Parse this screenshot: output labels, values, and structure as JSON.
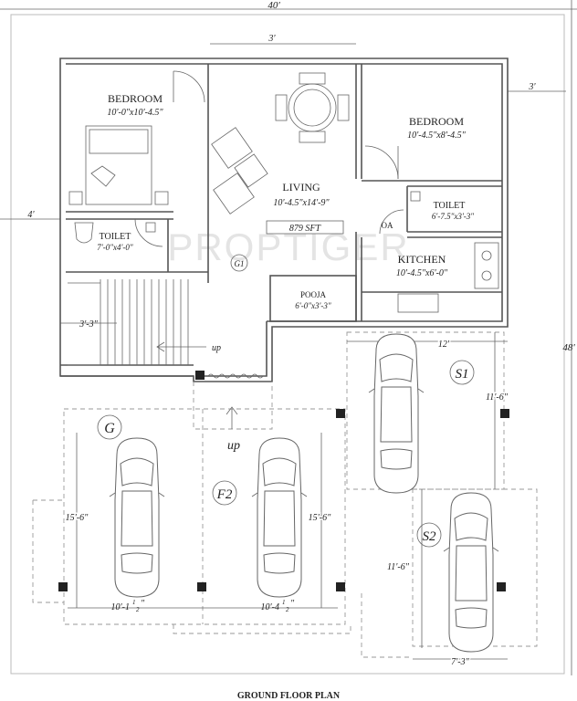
{
  "plan": {
    "title": "GROUND FLOOR PLAN",
    "watermark": "PROPTIGER",
    "overall": {
      "width_dim": "40'",
      "depth_dim": "48'"
    },
    "offsets": {
      "top": "3'",
      "right": "3'",
      "left": "4'",
      "stair_width": "3'-3\""
    },
    "rooms": {
      "bedroom1": {
        "name": "BEDROOM",
        "size": "10'-0\"x10'-4.5\""
      },
      "bedroom2": {
        "name": "BEDROOM",
        "size": "10'-4.5\"x8'-4.5\""
      },
      "living": {
        "name": "LIVING",
        "size": "10'-4.5\"x14'-9\""
      },
      "toilet1": {
        "name": "TOILET",
        "size": "7'-0\"x4'-0\""
      },
      "toilet2": {
        "name": "TOILET",
        "size": "6'-7.5\"x3'-3\""
      },
      "kitchen": {
        "name": "KITCHEN",
        "size": "10'-4.5\"x6'-0\""
      },
      "pooja": {
        "name": "POOJA",
        "size": "6'-0\"x3'-3\""
      }
    },
    "area": "879 SFT",
    "labels": {
      "oa": "OA",
      "g1": "G1",
      "up_stair": "up",
      "up_main": "up"
    },
    "parking": {
      "G": {
        "tag": "G",
        "length": "15'-6\"",
        "width_main": "10'-1",
        "width_frac_num": "1",
        "width_frac_den": "2",
        "width_suffix": "\""
      },
      "F2": {
        "tag": "F2",
        "length": "15'-6\"",
        "width_main": "10'-4",
        "width_frac_num": "1",
        "width_frac_den": "2",
        "width_suffix": "\""
      },
      "S1": {
        "tag": "S1",
        "width": "12'",
        "length": "11'-6\""
      },
      "S2": {
        "tag": "S2",
        "width": "7'-3\"",
        "length": "11'-6\""
      }
    }
  }
}
